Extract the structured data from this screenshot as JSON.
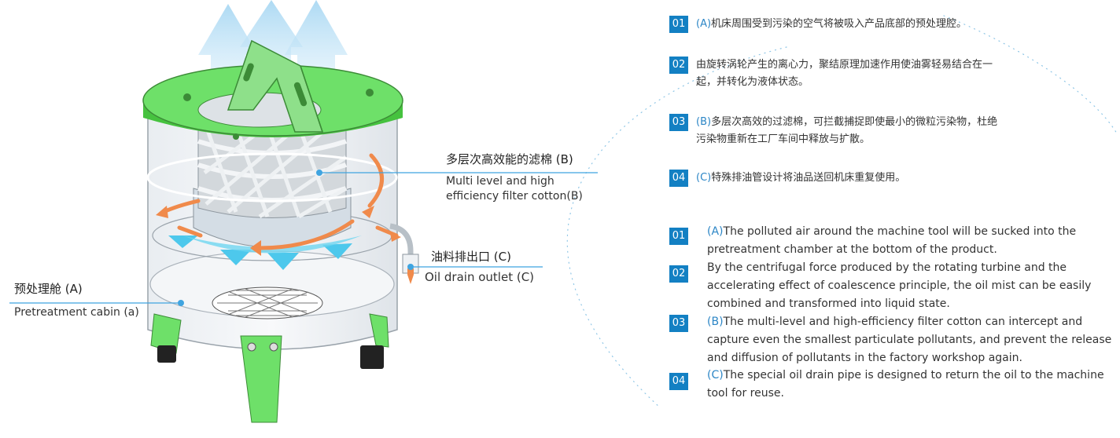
{
  "callouts": {
    "filter": {
      "zh": "多层次高效能的滤棉 (B)",
      "en_line1": "Multi level and high",
      "en_line2": "efficiency filter cotton(B)"
    },
    "drain": {
      "zh": "油料排出口 (C)",
      "en": "Oil drain outlet (C)"
    },
    "cabin": {
      "zh": "预处理舱 (A)",
      "en": "Pretreatment cabin (a)"
    }
  },
  "zh_steps": [
    {
      "num": "01",
      "tag": "(A)",
      "lines": [
        "机床周围受到污染的空气将被吸入产品底部的预处理腔。"
      ]
    },
    {
      "num": "02",
      "tag": "",
      "lines": [
        "由旋转涡轮产生的离心力，聚结原理加速作用使油雾轻易结合在一",
        "起，并转化为液体状态。"
      ]
    },
    {
      "num": "03",
      "tag": "(B)",
      "lines": [
        "多层次高效的过滤棉，可拦截捕捉即使最小的微粒污染物，杜绝",
        "污染物重新在工厂车间中释放与扩散。"
      ]
    },
    {
      "num": "04",
      "tag": "(C)",
      "lines": [
        "特殊排油管设计将油品送回机床重复使用。"
      ]
    }
  ],
  "en_steps": [
    {
      "num": "01",
      "tag": "(A)",
      "lines": [
        "The polluted air around the machine tool will be sucked into the",
        "pretreatment chamber at the bottom of the product."
      ]
    },
    {
      "num": "02",
      "tag": "",
      "lines": [
        "By the centrifugal force produced by the rotating turbine and the",
        "accelerating effect of coalescence principle, the oil mist can be easily",
        "combined and transformed into liquid state."
      ]
    },
    {
      "num": "03",
      "tag": "(B)",
      "lines": [
        "The multi-level and high-efficiency filter cotton can intercept and",
        "capture even the smallest particulate pollutants, and prevent the release",
        "and diffusion of pollutants in the factory workshop again."
      ]
    },
    {
      "num": "04",
      "tag": "(C)",
      "lines": [
        "The special oil drain pipe is designed to return the oil to the machine",
        "tool for reuse."
      ]
    }
  ],
  "colors": {
    "badge": "#1380c3",
    "tag": "#2c86c6",
    "green": "#6ee069",
    "arrow": "#f08a4b",
    "leader": "#3fa4e0",
    "air_arrow": "#bfe3f7"
  }
}
